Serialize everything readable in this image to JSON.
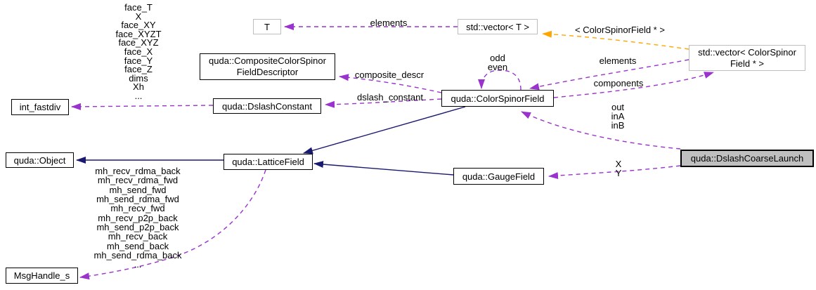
{
  "diagram": {
    "type": "doxygen-collaboration-graph",
    "colors": {
      "usage_edge": "#9a32cd",
      "template_edge": "#ffa500",
      "inheritance_edge": "#191970",
      "node_fill": "#ffffff",
      "node_border": "#000000",
      "template_node_border": "#bebebe",
      "main_node_fill": "#bfbfbf",
      "background": "#ffffff"
    },
    "nodes": {
      "t": {
        "label": "T"
      },
      "vector_t": {
        "label": "std::vector< T >"
      },
      "vector_color_spinor": {
        "label": "std::vector< ColorSpinor\nField * >"
      },
      "composite_descriptor": {
        "label": "quda::CompositeColorSpinor\nFieldDescriptor"
      },
      "dslash_constant": {
        "label": "quda::DslashConstant"
      },
      "int_fastdiv": {
        "label": "int_fastdiv"
      },
      "color_spinor_field": {
        "label": "quda::ColorSpinorField"
      },
      "object": {
        "label": "quda::Object"
      },
      "lattice_field": {
        "label": "quda::LatticeField"
      },
      "gauge_field": {
        "label": "quda::GaugeField"
      },
      "dslash_coarse_launch": {
        "label": "quda::DslashCoarseLaunch"
      },
      "msg_handle": {
        "label": "MsgHandle_s"
      }
    },
    "edge_labels": {
      "vector_elements": "elements",
      "template_args": "< ColorSpinorField * >",
      "composite_descr": "composite_descr",
      "dslash_constant": "dslash_constant",
      "fastdiv_members": "face_T\nX\nface_XY\nface_XYZT\nface_XYZ\nface_X\nface_Y\nface_Z\ndims\nXh\n...",
      "odd_even": "odd\neven",
      "csf_elements": "elements",
      "components": "components",
      "launch_fields": "out\ninA\ninB",
      "gauge_members": "X\nY",
      "msg_members": "mh_recv_rdma_back\nmh_recv_rdma_fwd\nmh_send_fwd\nmh_send_rdma_fwd\nmh_recv_fwd\nmh_recv_p2p_back\nmh_send_p2p_back\nmh_recv_back\nmh_send_back\nmh_send_rdma_back\n..."
    }
  }
}
